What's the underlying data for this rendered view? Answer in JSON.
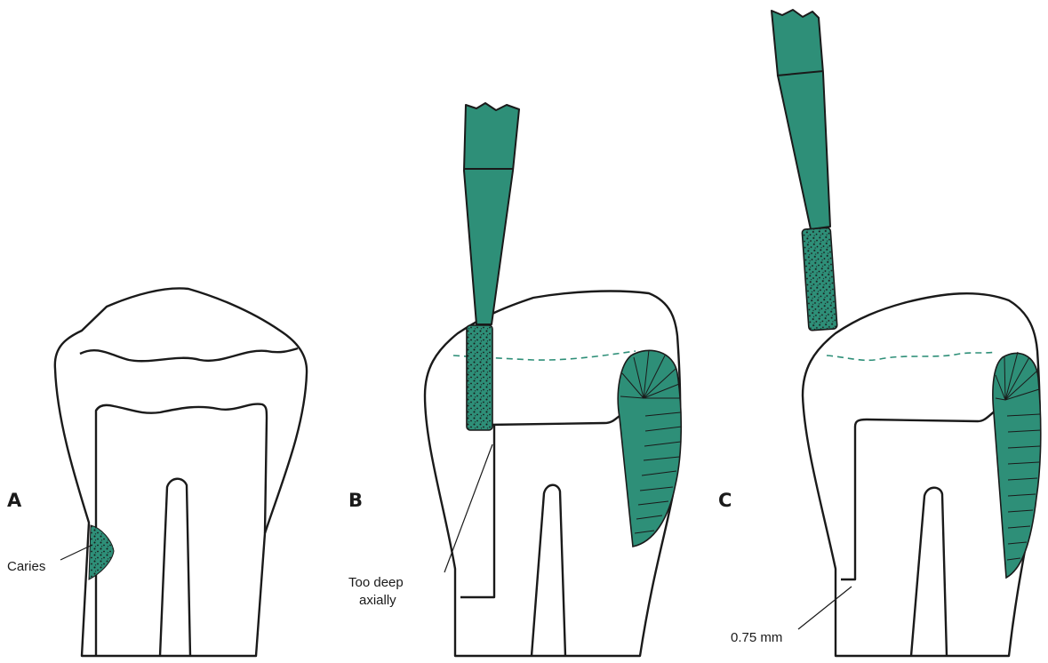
{
  "colors": {
    "accent": "#2e8f78",
    "line": "#1a1a1a",
    "background": "#ffffff"
  },
  "panels": [
    {
      "letter": "A",
      "callout": "Caries"
    },
    {
      "letter": "B",
      "callout_line1": "Too deep",
      "callout_line2": "axially"
    },
    {
      "letter": "C",
      "callout": "0.75 mm"
    }
  ]
}
